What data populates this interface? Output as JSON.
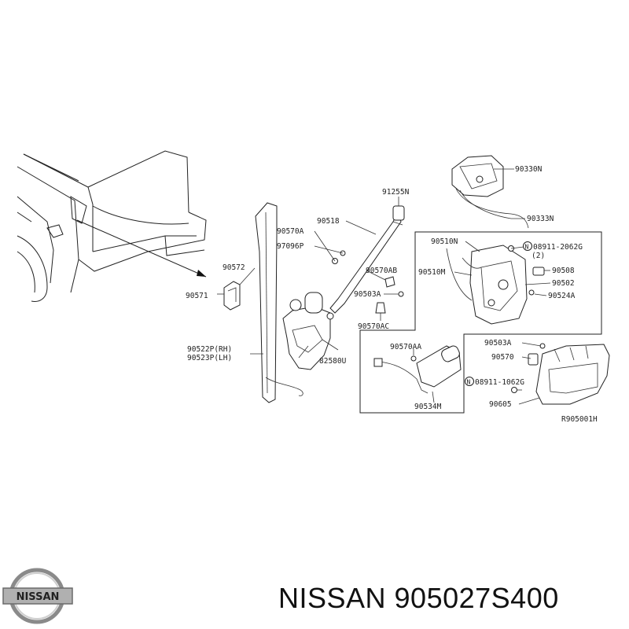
{
  "labels": {
    "p90330N": "90330N",
    "p90333N": "90333N",
    "p91255N": "91255N",
    "p90518": "90518",
    "p90570A": "90570A",
    "p97096P": "97096P",
    "p90572": "90572",
    "p90571": "90571",
    "p90510N": "90510N",
    "p08911_2062G": "08911-2062G",
    "p08911_2062G_qty": "(2)",
    "p90510M": "90510M",
    "p90508": "90508",
    "p90502": "90502",
    "p90524A": "90524A",
    "p90570AB": "90570AB",
    "p90503A_left": "90503A",
    "p90570AC": "90570AC",
    "p90503A_right": "90503A",
    "p90570_right": "90570",
    "p08911_1062G": "08911-1062G",
    "p90605": "90605",
    "p90570AA": "90570AA",
    "p90534M": "90534M",
    "p90522P": "90522P(RH)",
    "p90523P": "90523P(LH)",
    "p82580U": "82580U",
    "ref": "R905001H",
    "nut_marker": "N"
  },
  "logo_text": "NISSAN",
  "caption": "NISSAN 905027S400"
}
